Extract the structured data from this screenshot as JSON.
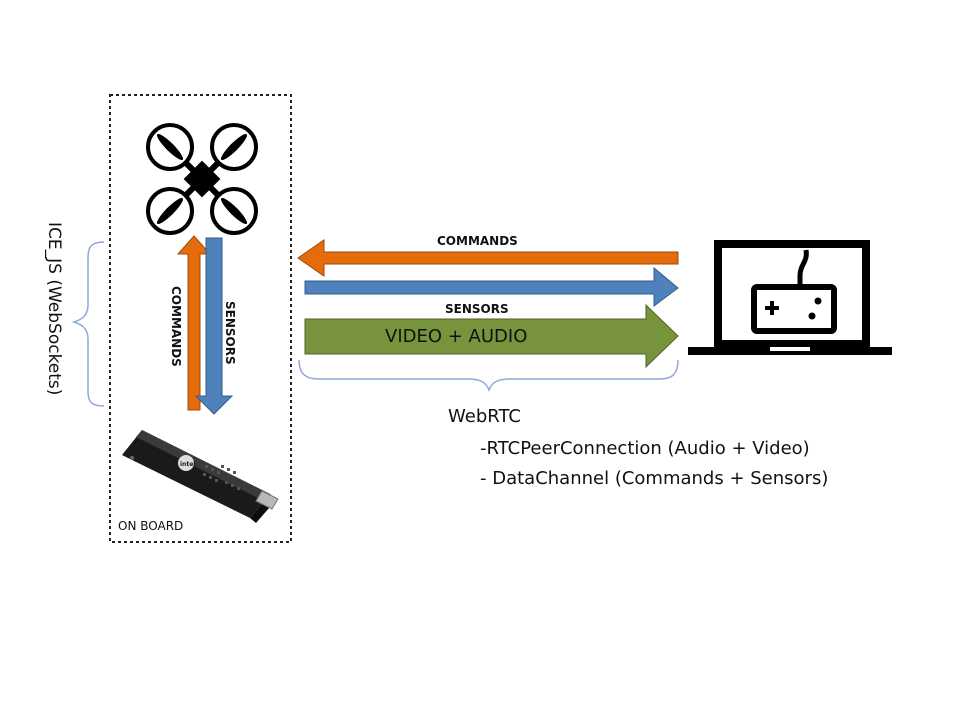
{
  "onboard": {
    "label": "ON BOARD",
    "commands_label": "COMMANDS",
    "sensors_label": "SENSORS",
    "quad_icon": "quadcopter-drone-icon",
    "computer_icon": "compute-stick-icon"
  },
  "left_bracket": {
    "label": "ICE_JS (WebSockets)"
  },
  "links": {
    "commands_label": "COMMANDS",
    "sensors_label": "SENSORS",
    "media_label": "VIDEO + AUDIO"
  },
  "webrtc": {
    "title": "WebRTC",
    "line1": "-RTCPeerConnection (Audio + Video)",
    "line2": "- DataChannel (Commands + Sensors)"
  },
  "remote": {
    "laptop_icon": "laptop-gamepad-icon"
  },
  "colors": {
    "orange": "#E46C0A",
    "blue": "#4F81BD",
    "green": "#77933C",
    "bracket": "#8EA9D8"
  }
}
